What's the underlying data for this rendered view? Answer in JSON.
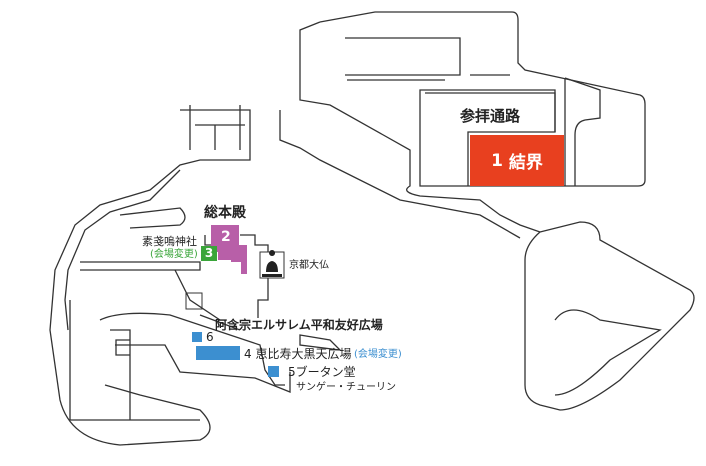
{
  "colors": {
    "venue1": "#e8401f",
    "venue2": "#b85fa8",
    "venue3": "#3aa53a",
    "blue": "#3c8fd0",
    "note": "#3c8fd0",
    "green_note": "#3aa53a"
  },
  "labels": {
    "sanpai": "参拝通路",
    "v1_num": "1",
    "v1_name": "結界",
    "sohonden": "総本殿",
    "v2_num": "2",
    "v3_num": "3",
    "susanoo": "素戔嗚神社",
    "susanoo_note": "(会場変更)",
    "daibutsu": "京都大仏",
    "jerusalem": "阿含宗エルサレム平和友好広場",
    "v6_num": "6",
    "v4": "4 恵比寿大黒天広場",
    "v4_note": "(会場変更)",
    "v5": "5ブータン堂",
    "v5_sub": "サンゲー・チューリン"
  }
}
